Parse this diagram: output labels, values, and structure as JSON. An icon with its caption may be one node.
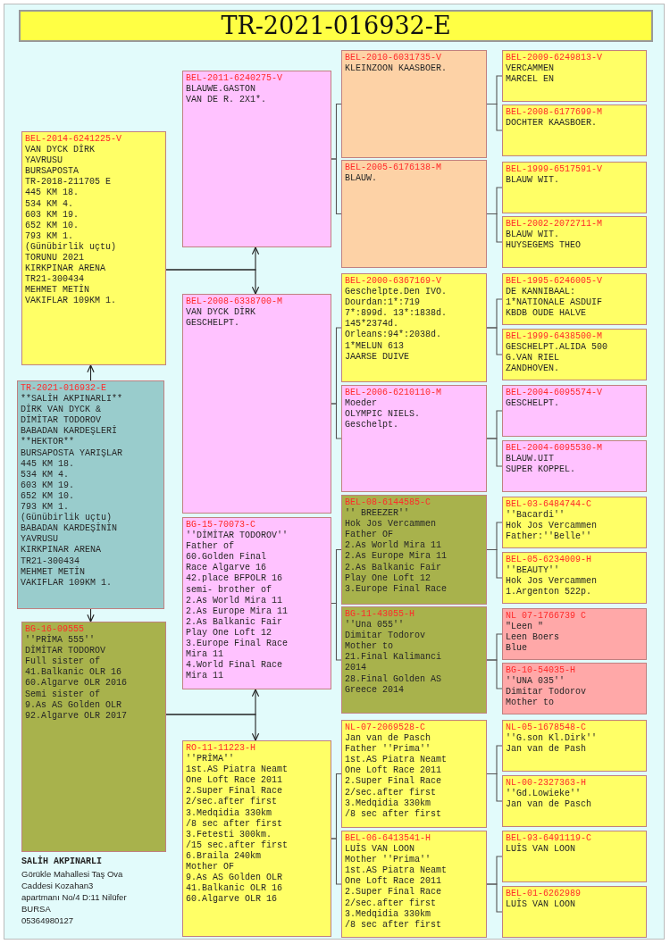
{
  "diagram": {
    "title": "TR-2021-016932-E",
    "nodes": [
      {
        "text": [
          "BEL-2014-6241225-V",
          "VAN DYCK DİRK",
          "YAVRUSU",
          "BURSAPOSTA",
          "TR-2018-211705 E",
          "445 KM 18.",
          "534 KM 4.",
          "603 KM 19.",
          "652 KM 10.",
          "793 KM 1.",
          "(Günübirlik uçtu)",
          "TORUNU 2021",
          "KIRKPINAR ARENA",
          "TR21-300434",
          "MEHMET METİN",
          "VAKIFLAR 109KM 1."
        ]
      },
      {
        "text": [
          "TR-2021-016932-E",
          "**SALİH AKPINARLI**",
          "DİRK VAN DYCK &",
          "DİMİTAR TODOROV",
          "BABADAN KARDEŞLERİ",
          "**HEKTOR**",
          "BURSAPOSTA YARIŞLAR",
          "445 KM 18.",
          "534 KM 4.",
          "603 KM 19.",
          "652 KM 10.",
          "793 KM 1.",
          "(Günübirlik uçtu)",
          "BABADAN KARDEŞİNİN",
          "YAVRUSU",
          "KIRKPINAR ARENA",
          "TR21-300434",
          "MEHMET METİN",
          "VAKIFLAR 109KM 1."
        ]
      },
      {
        "text": [
          "BG-16-09555",
          "''PRİMA 555''",
          "DİMİTAR TODOROV",
          "Full sister of",
          "41.Balkanic OLR 16",
          "60.Algarve OLR 2016",
          "Semi sister of",
          "9.As AS Golden OLR",
          "92.Algarve OLR 2017"
        ]
      },
      {
        "text": [
          "BEL-2011-6240275-V",
          "BLAUWE.GASTON",
          "VAN DE R. 2X1*."
        ]
      },
      {
        "text": [
          "BEL-2008-6338700-M",
          "VAN DYCK DİRK",
          "GESCHELPT."
        ]
      },
      {
        "text": [
          "BG-15-70073-C",
          "''DİMİTAR TODOROV''",
          "Father of",
          "60.Golden Final",
          "Race Algarve 16",
          "42.place BFPOLR 16",
          "semi- brother of",
          "2.As World Mira 11",
          "2.As Europe Mira 11",
          "2.As Balkanic Fair",
          "Play One Loft 12",
          "3.Europe Final Race",
          "Mira 11",
          "4.World Final Race",
          "Mira 11"
        ]
      },
      {
        "text": [
          "RO-11-11223-H",
          "''PRİMA''",
          "1st.AS Piatra Neamt",
          "One Loft Race 2011",
          "2.Super Final Race",
          "2/sec.after first",
          "3.Medqidia 330km",
          "/8 sec after first",
          "3.Fetesti 300km.",
          "/15 sec.after first",
          "6.Braila 240km",
          "Mother OF",
          "9.As AS Golden OLR",
          "41.Balkanic OLR 16",
          "60.Algarve OLR 16"
        ]
      },
      {
        "text": [
          "BEL-2010-6031735-V",
          "KLEINZOON KAASBOER."
        ]
      },
      {
        "text": [
          "BEL-2005-6176138-M",
          "BLAUW."
        ]
      },
      {
        "text": [
          "BEL-2000-6367169-V",
          "Geschelpte.Den IVO.",
          "Dourdan:1*:719",
          "7*:899d. 13*:1838d.",
          "145*2374d.",
          "Orleans:94*:2038d.",
          "1*MELUN 613",
          "JAARSE DUIVE"
        ]
      },
      {
        "text": [
          "BEL-2006-6210110-M",
          "Moeder",
          "OLYMPIC NIELS.",
          "Geschelpt."
        ]
      },
      {
        "text": [
          "BEL-08-6144585-C",
          "'' BREEZER''",
          "Hok Jos Vercammen",
          "Father OF",
          "2.As World Mira 11",
          "2.As Europe Mira 11",
          "2.As Balkanic Fair",
          "Play One Loft 12",
          "3.Europe Final Race"
        ]
      },
      {
        "text": [
          "BG-11-43055-H",
          "''Una 055''",
          "Dimitar Todorov",
          "Mother to",
          "21.Final Kalimanci",
          "2014",
          "28.Final Golden AS",
          "Greece 2014"
        ]
      },
      {
        "text": [
          "NL-07-2069528-C",
          "Jan van de Pasch",
          "Father ''Prima''",
          "1st.AS Piatra Neamt",
          "One Loft Race 2011",
          "2.Super Final Race",
          "2/sec.after first",
          "3.Medqidia 330km",
          "/8 sec after first"
        ]
      },
      {
        "text": [
          "BEL-06-6413541-H",
          "LUİS VAN LOON",
          "Mother ''Prima''",
          "1st.AS Piatra Neamt",
          "One Loft Race 2011",
          "2.Super Final Race",
          "2/sec.after first",
          "3.Medqidia 330km",
          "/8 sec after first"
        ]
      },
      {
        "text": [
          "BEL-2009-6249813-V",
          "VERCAMMEN",
          "MARCEL EN"
        ]
      },
      {
        "text": [
          "BEL-2008-6177699-M",
          "DOCHTER KAASBOER."
        ]
      },
      {
        "text": [
          "BEL-1999-6517591-V",
          "BLAUW WIT."
        ]
      },
      {
        "text": [
          "BEL-2002-2072711-M",
          "BLAUW WIT.",
          "HUYSEGEMS THEO"
        ]
      },
      {
        "text": [
          "BEL-1995-6246005-V",
          "DE KANNIBAAL:",
          "1*NATIONALE ASDUIF",
          "KBDB OUDE HALVE"
        ]
      },
      {
        "text": [
          "BEL-1999-6438500-M",
          "GESCHELPT.ALIDA 500",
          "G.VAN RIEL",
          "ZANDHOVEN."
        ]
      },
      {
        "text": [
          "BEL-2004-6095574-V",
          "GESCHELPT."
        ]
      },
      {
        "text": [
          "BEL-2004-6095530-M",
          "BLAUW.UIT",
          "SUPER KOPPEL."
        ]
      },
      {
        "text": [
          "BEL-03-6484744-C",
          "''Bacardi''",
          "Hok Jos Vercammen",
          "Father:''Belle''"
        ]
      },
      {
        "text": [
          "BEL-05-6234009-H",
          "''BEAUTY''",
          "Hok Jos Vercammen",
          "1.Argenton 522p."
        ]
      },
      {
        "text": [
          "NL 07-1766739 C",
          "\"Leen \"",
          "Leen Boers",
          "Blue"
        ]
      },
      {
        "text": [
          "BG-10-54035-H",
          "''UNA 035''",
          "Dimitar Todorov",
          "Mother to"
        ]
      },
      {
        "text": [
          "NL-05-1678548-C",
          "''G.son Kl.Dirk''",
          "Jan van de Pash"
        ]
      },
      {
        "text": [
          "NL-00-2327363-H",
          "''Gd.Lowieke''",
          "Jan van de Pasch"
        ]
      },
      {
        "text": [
          "BEL-93-6491119-C",
          "LUİS VAN LOON"
        ]
      },
      {
        "text": [
          "BEL-01-6262989",
          "LUİS VAN LOON"
        ]
      }
    ],
    "edges": [
      {
        "from": 1,
        "to": 0,
        "arrow": "to"
      },
      {
        "from": 1,
        "to": 2,
        "arrow": "to"
      },
      {
        "from": 0,
        "to": 3,
        "arrow": "to"
      },
      {
        "from": 0,
        "to": 4,
        "arrow": "to"
      },
      {
        "from": 2,
        "to": 5,
        "arrow": "to"
      },
      {
        "from": 2,
        "to": 6,
        "arrow": "to"
      },
      {
        "from": 3,
        "to": 7,
        "arrow": "none"
      },
      {
        "from": 3,
        "to": 8,
        "arrow": "none"
      },
      {
        "from": 4,
        "to": 9,
        "arrow": "none"
      },
      {
        "from": 4,
        "to": 10,
        "arrow": "none"
      },
      {
        "from": 5,
        "to": 11,
        "arrow": "none"
      },
      {
        "from": 5,
        "to": 12,
        "arrow": "none"
      },
      {
        "from": 6,
        "to": 13,
        "arrow": "none"
      },
      {
        "from": 6,
        "to": 14,
        "arrow": "none"
      },
      {
        "from": 7,
        "to": 15,
        "arrow": "none"
      },
      {
        "from": 7,
        "to": 16,
        "arrow": "none"
      },
      {
        "from": 8,
        "to": 17,
        "arrow": "none"
      },
      {
        "from": 8,
        "to": 18,
        "arrow": "none"
      },
      {
        "from": 9,
        "to": 19,
        "arrow": "none"
      },
      {
        "from": 9,
        "to": 20,
        "arrow": "none"
      },
      {
        "from": 10,
        "to": 21,
        "arrow": "none"
      },
      {
        "from": 10,
        "to": 22,
        "arrow": "none"
      },
      {
        "from": 11,
        "to": 23,
        "arrow": "none"
      },
      {
        "from": 11,
        "to": 24,
        "arrow": "none"
      },
      {
        "from": 12,
        "to": 25,
        "arrow": "none"
      },
      {
        "from": 12,
        "to": 26,
        "arrow": "none"
      },
      {
        "from": 13,
        "to": 27,
        "arrow": "none"
      },
      {
        "from": 13,
        "to": 28,
        "arrow": "none"
      },
      {
        "from": 14,
        "to": 29,
        "arrow": "none"
      },
      {
        "from": 14,
        "to": 30,
        "arrow": "none"
      }
    ],
    "labels": [
      "SALİH AKPINARLI",
      "Görükle Mahallesi Taş Ova",
      "Caddesi Kozahan3",
      "apartmanı No/4 D:11 Nilüfer",
      "BURSA",
      "05364980127"
    ]
  }
}
